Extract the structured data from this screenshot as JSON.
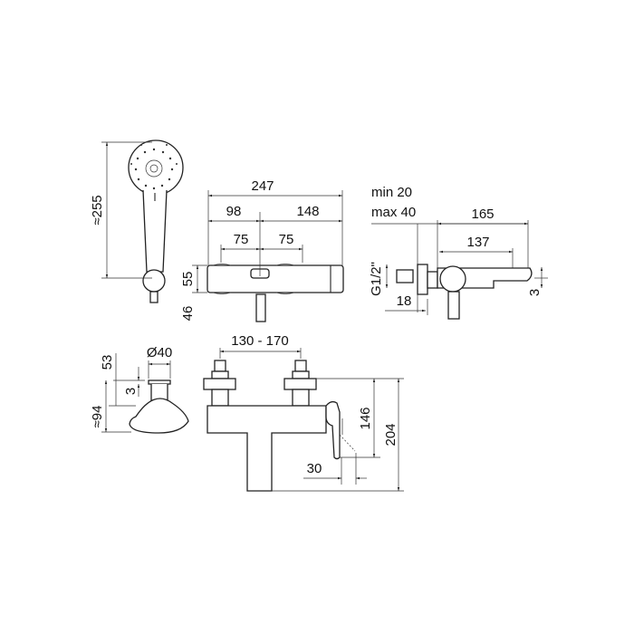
{
  "drawing": {
    "colors": {
      "line": "#222222",
      "background": "#ffffff"
    },
    "hand_shower": {
      "height": "≈255"
    },
    "top_view": {
      "total_width": "247",
      "left_offset": "98",
      "right_offset": "148",
      "left_inlet": "75",
      "right_inlet": "75",
      "body_depth": "55",
      "outlet_depth": "46"
    },
    "side_view": {
      "wall_min": "min 20",
      "wall_max": "max 40",
      "projection": "165",
      "spout_reach": "137",
      "thread": "G1/2\"",
      "eccentric": "18",
      "spout_drop": "3"
    },
    "holder_view": {
      "diameter": "Ø40",
      "height": "53",
      "offset": "3",
      "total_height": "≈94"
    },
    "front_view": {
      "centres": "130 - 170",
      "spout_height": "146",
      "total_height": "204",
      "spout_offset": "30"
    }
  }
}
